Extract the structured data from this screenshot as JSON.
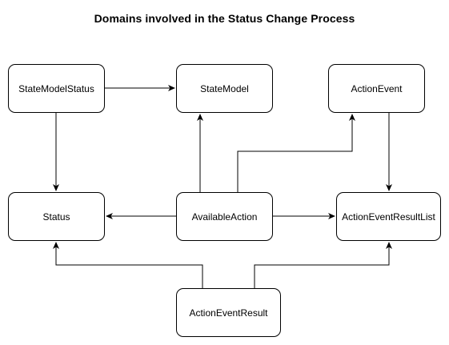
{
  "title": "Domains involved in the Status Change Process",
  "nodes": {
    "state_model_status": "StateModelStatus",
    "state_model": "StateModel",
    "action_event": "ActionEvent",
    "status": "Status",
    "available_action": "AvailableAction",
    "action_event_result_list": "ActionEventResultList",
    "action_event_result": "ActionEventResult"
  },
  "edges": [
    {
      "from": "StateModelStatus",
      "to": "StateModel"
    },
    {
      "from": "StateModelStatus",
      "to": "Status"
    },
    {
      "from": "AvailableAction",
      "to": "StateModel"
    },
    {
      "from": "AvailableAction",
      "to": "ActionEvent"
    },
    {
      "from": "AvailableAction",
      "to": "Status"
    },
    {
      "from": "AvailableAction",
      "to": "ActionEventResultList"
    },
    {
      "from": "ActionEvent",
      "to": "ActionEventResultList"
    },
    {
      "from": "ActionEventResult",
      "to": "Status"
    },
    {
      "from": "ActionEventResult",
      "to": "ActionEventResultList"
    }
  ],
  "colors": {
    "stroke": "#000000",
    "fill": "#ffffff"
  }
}
